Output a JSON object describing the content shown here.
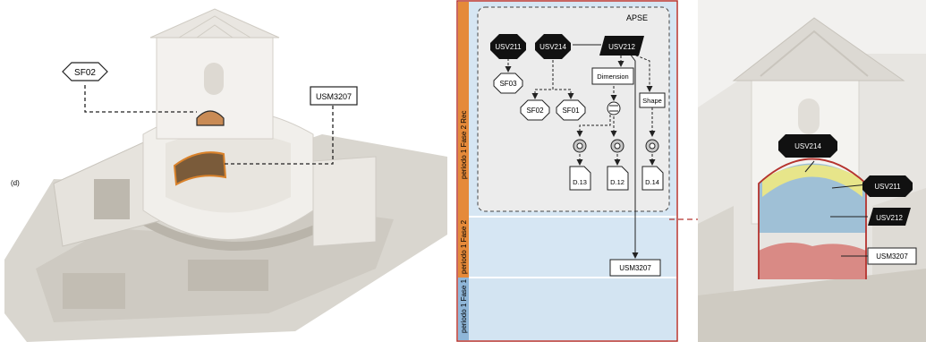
{
  "left_scene": {
    "panel_label": "(d)",
    "callout_sf": "SF02",
    "callout_usm": "USM3207"
  },
  "matrix": {
    "group_label": "APSE",
    "phases": [
      {
        "label": "periodo 1 Fase 2 Rec"
      },
      {
        "label": "periodo 1 Fase 2"
      },
      {
        "label": "periodo 1 Fase 1"
      }
    ],
    "nodes": {
      "usv211": "USV211",
      "usv214": "USV214",
      "usv212": "USV212",
      "sf03": "SF03",
      "sf02": "SF02",
      "sf01": "SF01",
      "dimension": "Dimension",
      "shape": "Shape",
      "d13": "D.13",
      "d12": "D.12",
      "d14": "D.14",
      "usm3207": "USM3207"
    },
    "colors": {
      "phase_rec_tab": "#e58a3a",
      "phase_2_tab": "#e58a3a",
      "phase_1_tab": "#8fb6d8",
      "phase_bg": "#d6e6f3",
      "frame_border": "#b5332e"
    }
  },
  "right_scene": {
    "labels": {
      "usv214": "USV214",
      "usv211": "USV211",
      "usv212": "USV212",
      "usm3207": "USM3207"
    },
    "colors": {
      "usv211_fill": "#e7e58a",
      "usv212_fill": "#9fc0d6",
      "usm3207_fill": "#d98a85",
      "outline": "#b5332e"
    }
  }
}
